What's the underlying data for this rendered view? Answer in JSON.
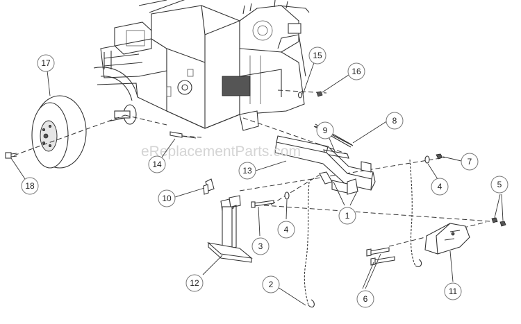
{
  "watermark": "eReplacementParts.com",
  "callouts": [
    "17",
    "15",
    "16",
    "8",
    "9",
    "14",
    "13",
    "7",
    "4",
    "18",
    "10",
    "5",
    "1",
    "4",
    "3",
    "12",
    "2",
    "6",
    "11"
  ]
}
